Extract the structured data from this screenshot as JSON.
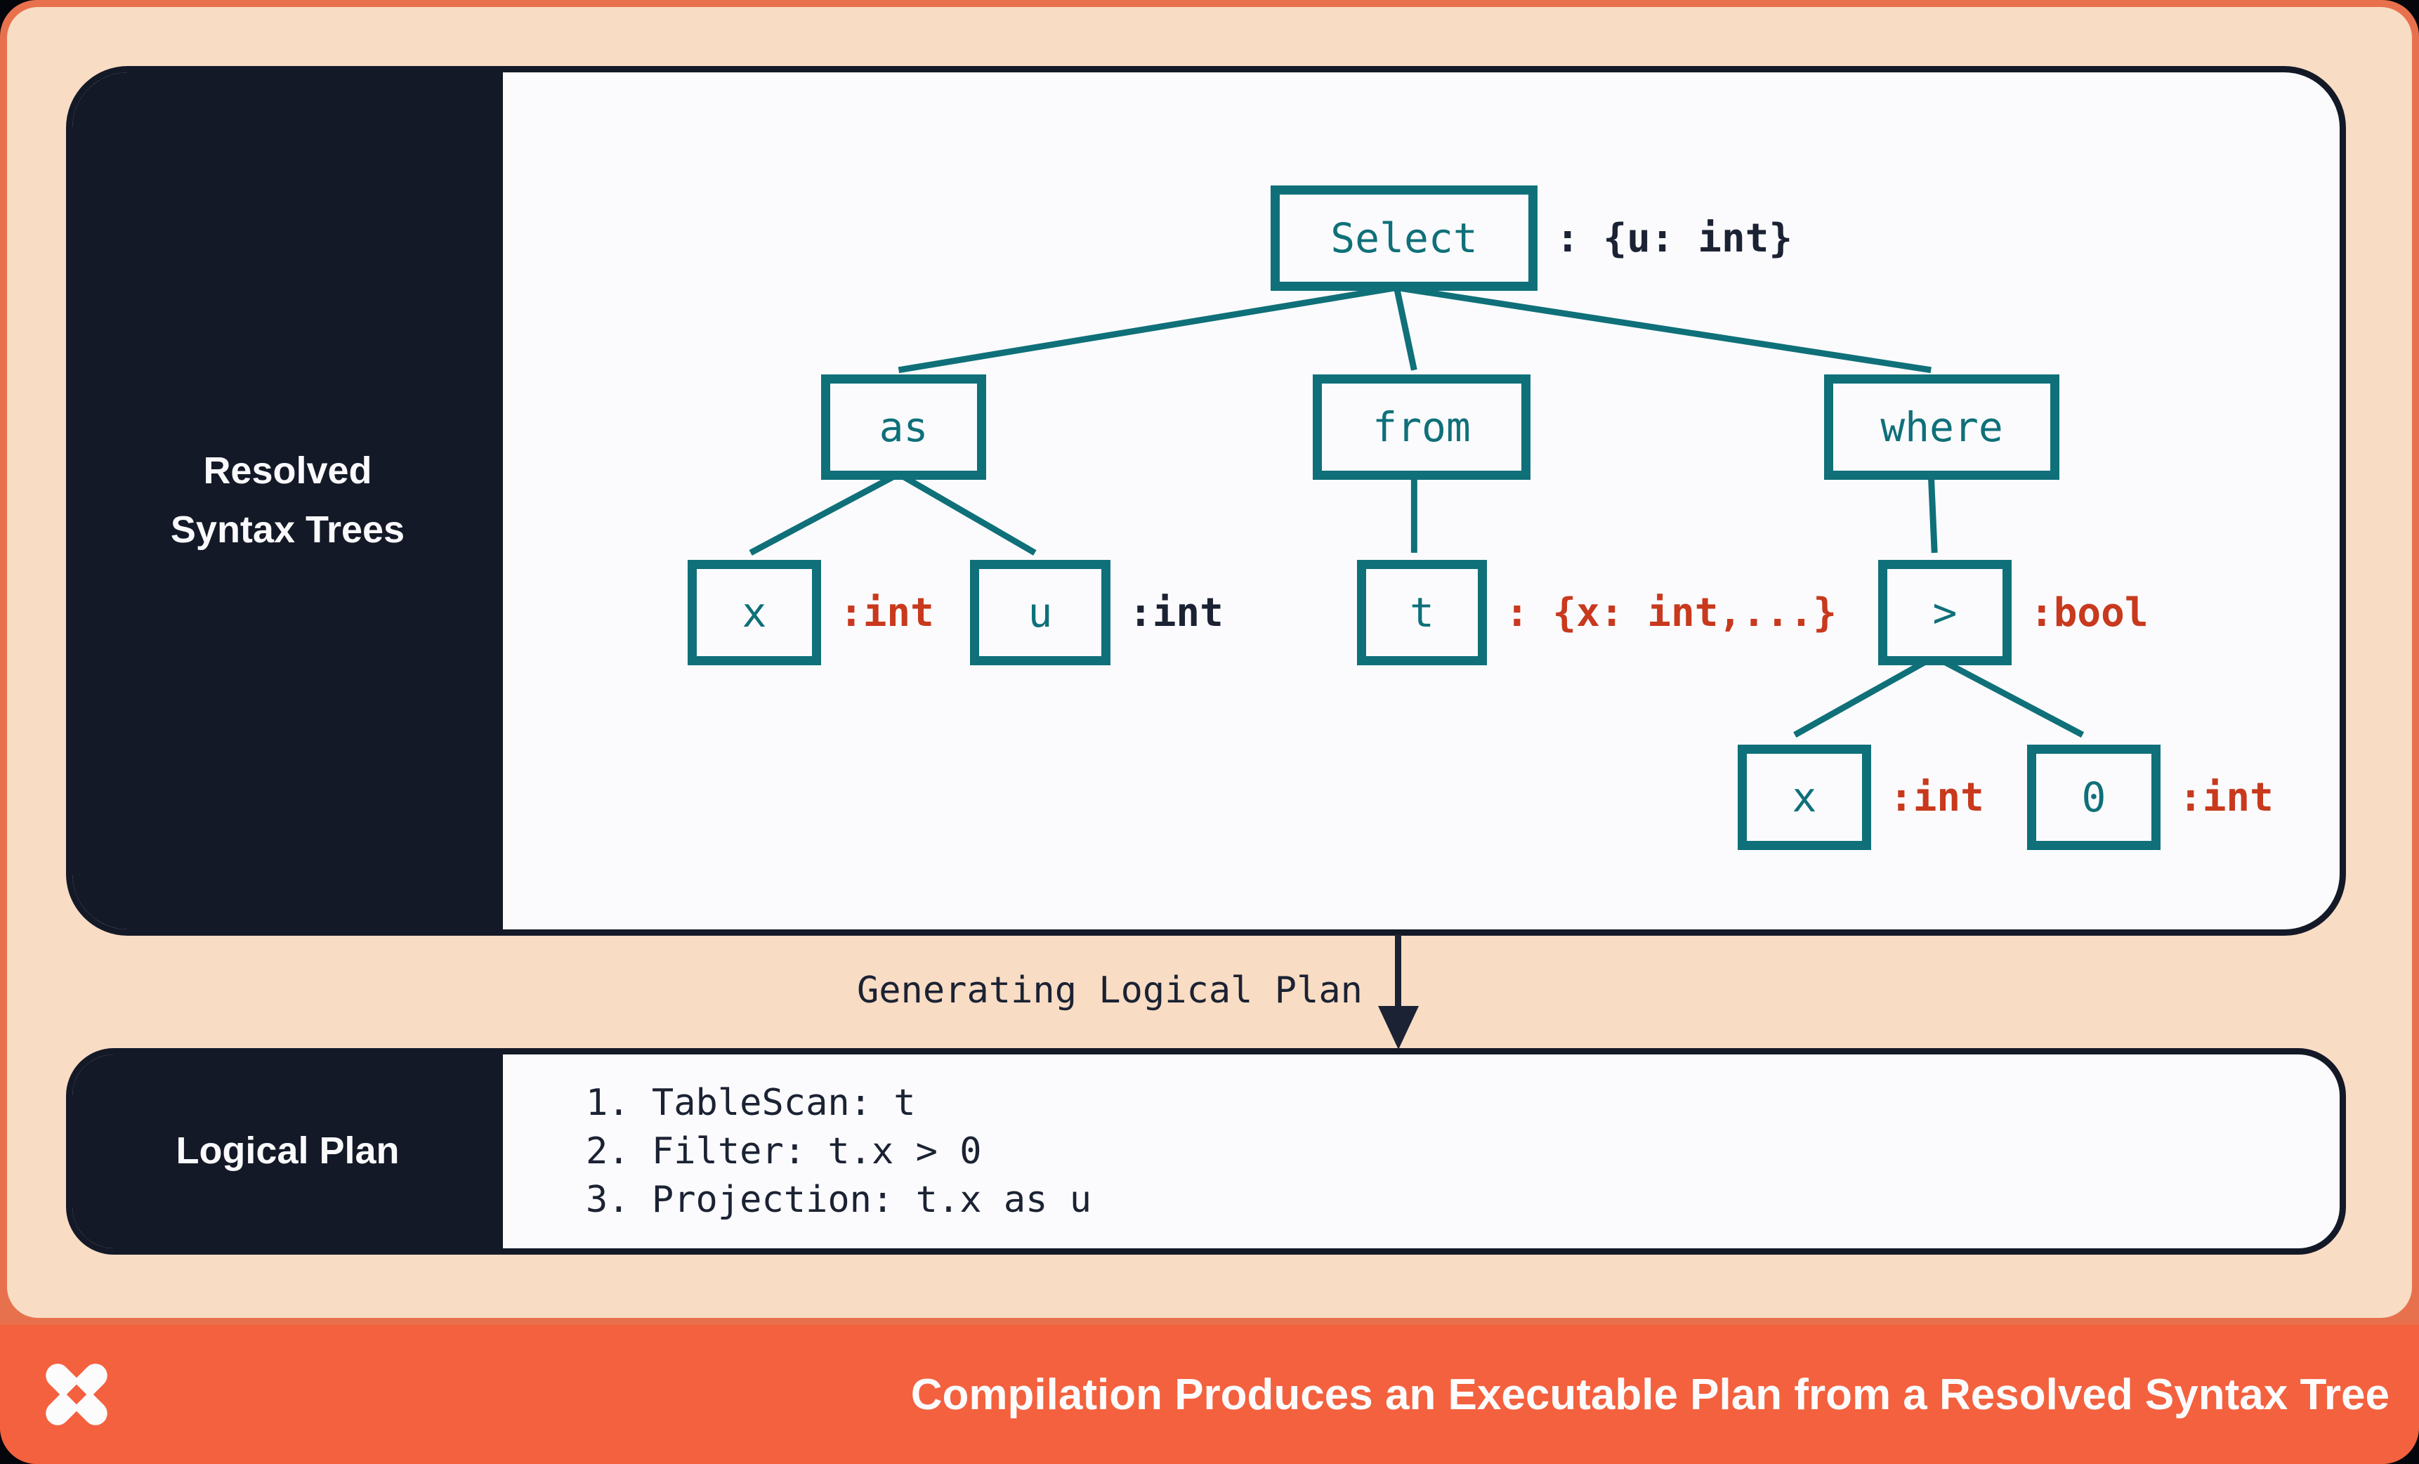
{
  "panels": {
    "resolved": {
      "label": "Resolved Syntax Trees",
      "nodes": [
        {
          "id": "select",
          "label": "Select",
          "type": ": {u: int}",
          "type_color": "navy"
        },
        {
          "id": "as",
          "label": "as",
          "type": "",
          "type_color": ""
        },
        {
          "id": "from",
          "label": "from",
          "type": "",
          "type_color": ""
        },
        {
          "id": "where",
          "label": "where",
          "type": "",
          "type_color": ""
        },
        {
          "id": "x1",
          "label": "x",
          "type": ":int",
          "type_color": "red"
        },
        {
          "id": "u",
          "label": "u",
          "type": ":int",
          "type_color": "navy"
        },
        {
          "id": "t",
          "label": "t",
          "type": ": {x: int,...}",
          "type_color": "red"
        },
        {
          "id": "gt",
          "label": ">",
          "type": ":bool",
          "type_color": "red"
        },
        {
          "id": "x2",
          "label": "x",
          "type": ":int",
          "type_color": "red"
        },
        {
          "id": "zero",
          "label": "0",
          "type": ":int",
          "type_color": "red"
        }
      ],
      "edges": [
        [
          "select",
          "as"
        ],
        [
          "select",
          "from"
        ],
        [
          "select",
          "where"
        ],
        [
          "as",
          "x1"
        ],
        [
          "as",
          "u"
        ],
        [
          "from",
          "t"
        ],
        [
          "where",
          "gt"
        ],
        [
          "gt",
          "x2"
        ],
        [
          "gt",
          "zero"
        ]
      ]
    },
    "transition": {
      "label": "Generating Logical Plan"
    },
    "logical": {
      "label": "Logical Plan",
      "steps": [
        "1. TableScan: t",
        "2. Filter: t.x > 0",
        "3. Projection: t.x as u"
      ]
    }
  },
  "footer": {
    "logo": "pinwheel-x-logo",
    "title": "Compilation Produces an Executable Plan from a Resolved Syntax Tree"
  },
  "colors": {
    "teal": "#0F7079",
    "red": "#C8391D",
    "navy": "#141927",
    "orange_footer": "#F4613E",
    "orange_border": "#E8714D",
    "peach": "#F8DCC4",
    "card_white": "#FBFBFD"
  }
}
